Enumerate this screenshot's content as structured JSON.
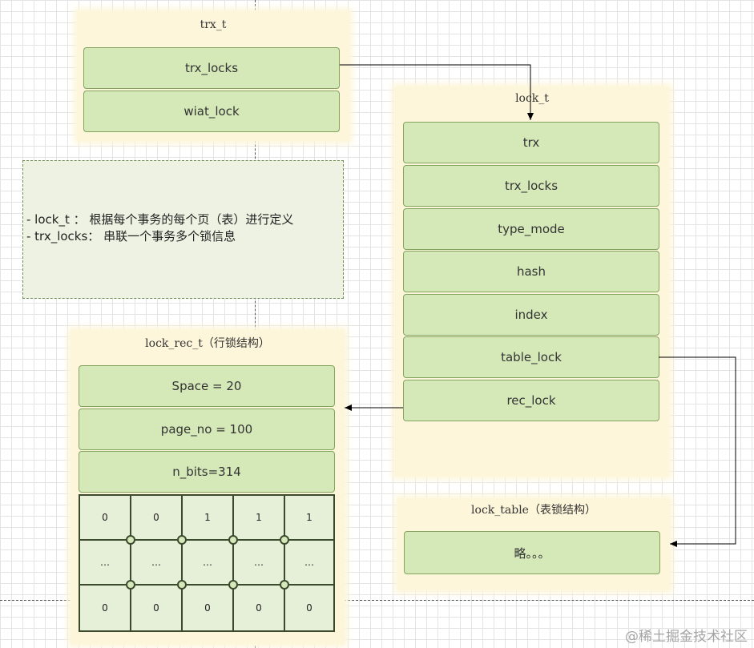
{
  "trx_t": {
    "title": "trx_t",
    "fields": [
      "trx_locks",
      "wiat_lock"
    ]
  },
  "lock_t": {
    "title": "lock_t",
    "fields": [
      "trx",
      "trx_locks",
      "type_mode",
      "hash",
      "index",
      "table_lock",
      "rec_lock"
    ]
  },
  "note": {
    "lines": [
      "- lock_t ： 根据每个事务的每个页（表）进行定义",
      "- trx_locks： 串联一个事务多个锁信息"
    ]
  },
  "lock_rec_t": {
    "title": "lock_rec_t（行锁结构）",
    "fields": [
      "Space = 20",
      "page_no = 100",
      "n_bits=314"
    ],
    "bitmap": [
      [
        "0",
        "0",
        "1",
        "1",
        "1"
      ],
      [
        "…",
        "…",
        "…",
        "…",
        "…"
      ],
      [
        "0",
        "0",
        "0",
        "0",
        "0"
      ]
    ]
  },
  "lock_table": {
    "title": "lock_table（表锁结构）",
    "fields": [
      "略。。。"
    ]
  },
  "watermark": "@稀土掘金技术社区",
  "colors": {
    "container": "#fdf6da",
    "field": "#d5e8b8",
    "field_border": "#82a45e",
    "note_bg": "#edf2e3"
  }
}
